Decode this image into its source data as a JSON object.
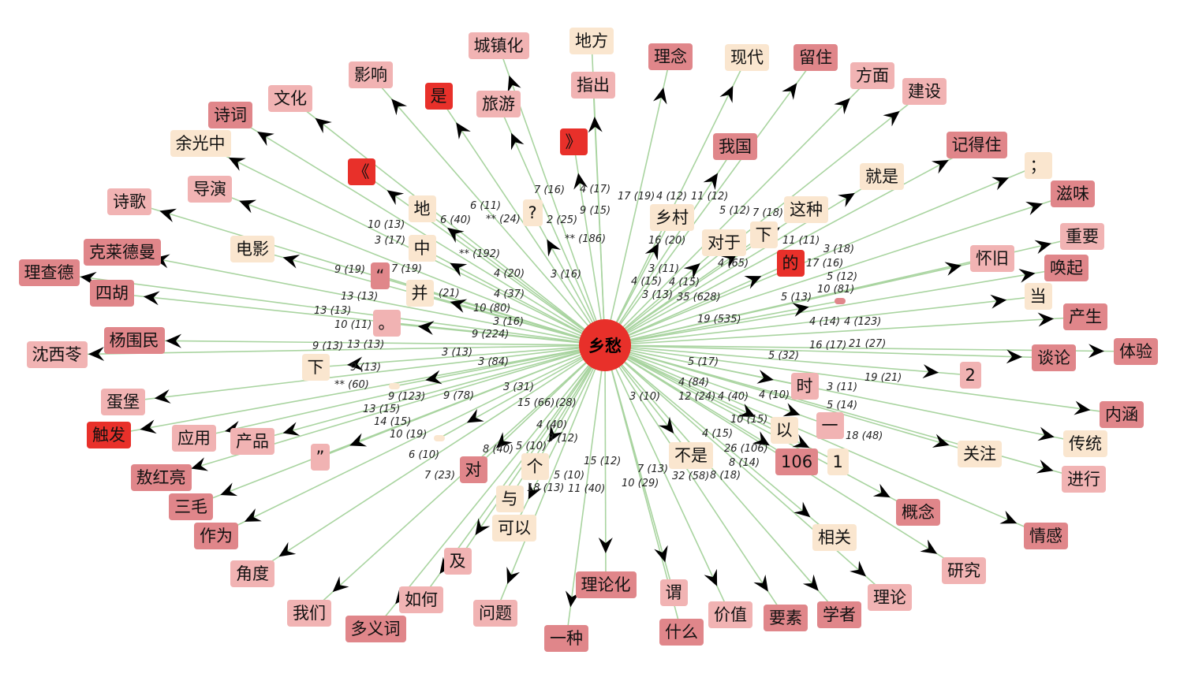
{
  "colors": {
    "red": "#e8302a",
    "darkpink": "#e0868a",
    "pink": "#f1b3b3",
    "beige": "#fae6cf",
    "edge": "#a9d4a0",
    "arrow": "#000000"
  },
  "center": {
    "label": "乡愁",
    "color": "red"
  },
  "nodes": [
    {
      "label": "地方",
      "color": "beige"
    },
    {
      "label": "城镇化",
      "color": "pink"
    },
    {
      "label": "理念",
      "color": "darkpink"
    },
    {
      "label": "现代",
      "color": "beige"
    },
    {
      "label": "留住",
      "color": "darkpink"
    },
    {
      "label": "方面",
      "color": "pink"
    },
    {
      "label": "建设",
      "color": "pink"
    },
    {
      "label": "影响",
      "color": "pink"
    },
    {
      "label": "指出",
      "color": "pink"
    },
    {
      "label": "是",
      "color": "red"
    },
    {
      "label": "旅游",
      "color": "pink"
    },
    {
      "label": "文化",
      "color": "pink"
    },
    {
      "label": "诗词",
      "color": "darkpink"
    },
    {
      "label": "》",
      "color": "red"
    },
    {
      "label": "我国",
      "color": "darkpink"
    },
    {
      "label": "记得住",
      "color": "darkpink"
    },
    {
      "label": "余光中",
      "color": "beige"
    },
    {
      "label": "《",
      "color": "red"
    },
    {
      "label": "就是",
      "color": "beige"
    },
    {
      "label": "；",
      "color": "beige"
    },
    {
      "label": "导演",
      "color": "pink"
    },
    {
      "label": "诗歌",
      "color": "pink"
    },
    {
      "label": "滋味",
      "color": "darkpink"
    },
    {
      "label": "电影",
      "color": "beige"
    },
    {
      "label": "克莱德曼",
      "color": "darkpink"
    },
    {
      "label": "重要",
      "color": "pink"
    },
    {
      "label": "怀旧",
      "color": "pink"
    },
    {
      "label": "唤起",
      "color": "darkpink"
    },
    {
      "label": "理查德",
      "color": "darkpink"
    },
    {
      "label": "四胡",
      "color": "darkpink"
    },
    {
      "label": "当",
      "color": "beige"
    },
    {
      "label": "产生",
      "color": "darkpink"
    },
    {
      "label": "杨围民",
      "color": "darkpink"
    },
    {
      "label": "沈西苓",
      "color": "pink"
    },
    {
      "label": "谈论",
      "color": "darkpink"
    },
    {
      "label": "体验",
      "color": "darkpink"
    },
    {
      "label": "2",
      "color": "pink"
    },
    {
      "label": "蛋堡",
      "color": "pink"
    },
    {
      "label": "内涵",
      "color": "darkpink"
    },
    {
      "label": "触发",
      "color": "red"
    },
    {
      "label": "应用",
      "color": "pink"
    },
    {
      "label": "产品",
      "color": "pink"
    },
    {
      "label": "传统",
      "color": "beige"
    },
    {
      "label": "关注",
      "color": "beige"
    },
    {
      "label": "敖红亮",
      "color": "darkpink"
    },
    {
      "label": "三毛",
      "color": "darkpink"
    },
    {
      "label": "进行",
      "color": "pink"
    },
    {
      "label": "概念",
      "color": "darkpink"
    },
    {
      "label": "作为",
      "color": "darkpink"
    },
    {
      "label": "情感",
      "color": "darkpink"
    },
    {
      "label": "相关",
      "color": "beige"
    },
    {
      "label": "研究",
      "color": "pink"
    },
    {
      "label": "角度",
      "color": "pink"
    },
    {
      "label": "理论化",
      "color": "darkpink"
    },
    {
      "label": "理论",
      "color": "pink"
    },
    {
      "label": "如何",
      "color": "pink"
    },
    {
      "label": "我们",
      "color": "pink"
    },
    {
      "label": "问题",
      "color": "pink"
    },
    {
      "label": "谓",
      "color": "pink"
    },
    {
      "label": "什么",
      "color": "darkpink"
    },
    {
      "label": "价值",
      "color": "pink"
    },
    {
      "label": "要素",
      "color": "darkpink"
    },
    {
      "label": "学者",
      "color": "darkpink"
    },
    {
      "label": "多义词",
      "color": "darkpink"
    },
    {
      "label": "一种",
      "color": "darkpink"
    },
    {
      "label": "地",
      "color": "beige"
    },
    {
      "label": "?",
      "color": "beige"
    },
    {
      "label": "中",
      "color": "beige"
    },
    {
      "label": "乡村",
      "color": "beige"
    },
    {
      "label": "对于",
      "color": "beige"
    },
    {
      "label": "下",
      "color": "beige"
    },
    {
      "label": "这种",
      "color": "beige"
    },
    {
      "label": "的",
      "color": "red"
    },
    {
      "label": "“",
      "color": "darkpink"
    },
    {
      "label": "并",
      "color": "beige"
    },
    {
      "label": "。",
      "color": "pink"
    },
    {
      "label": "",
      "color": "darkpink"
    },
    {
      "label": "下",
      "color": "beige"
    },
    {
      "label": "",
      "color": "beige"
    },
    {
      "label": "",
      "color": "beige"
    },
    {
      "label": "”",
      "color": "pink"
    },
    {
      "label": "对",
      "color": "darkpink"
    },
    {
      "label": "个",
      "color": "beige"
    },
    {
      "label": "与",
      "color": "beige"
    },
    {
      "label": "可以",
      "color": "beige"
    },
    {
      "label": "及",
      "color": "pink"
    },
    {
      "label": "不是",
      "color": "beige"
    },
    {
      "label": "时",
      "color": "pink"
    },
    {
      "label": "一",
      "color": "pink"
    },
    {
      "label": "以",
      "color": "beige"
    },
    {
      "label": "1",
      "color": "beige"
    },
    {
      "label": "106",
      "color": "darkpink"
    }
  ],
  "edge_labels": [
    "7 (16)",
    "4 (17)",
    "9 (15)",
    "17 (19)",
    "4 (12)",
    "11 (12)",
    "5 (12)",
    "7 (18)",
    "6 (11)",
    "** (24)",
    "2 (25)",
    "** (186)",
    "6 (40)",
    "10 (13)",
    "3 (17)",
    "** (192)",
    "7 (19)",
    "9 (19)",
    "4 (20)",
    "3 (16)",
    "13 (13)",
    "(21)",
    "4 (37)",
    "13 (13)",
    "10 (11)",
    "10 (80)",
    "3 (16)",
    "9 (224)",
    "13 (13)",
    "9 (13)",
    "3 (13)",
    "3 (84)",
    "9 (13)",
    "** (60)",
    "9 (123)",
    "9 (78)",
    "3 (31)",
    "15 (66)",
    "(28)",
    "13 (15)",
    "14 (15)",
    "4 (40)",
    "3 (12)",
    "10 (19)",
    "6 (10)",
    "5 (10)",
    "8 (40)",
    "7 (23)",
    "18 (13)",
    "5 (10)",
    "11 (40)",
    "15 (12)",
    "7 (13)",
    "10 (29)",
    "32 (58)",
    "8 (18)",
    "8 (14)",
    "3 (10)",
    "4 (15)",
    "10 (15)",
    "26 (106)",
    "18 (48)",
    "5 (14)",
    "4 (10)",
    "3 (11)",
    "19 (21)",
    "5 (17)",
    "4 (84)",
    "12 (24)",
    "4 (40)",
    "5 (32)",
    "16 (17)",
    "21 (27)",
    "4 (14)",
    "4 (123)",
    "5 (13)",
    "10 (81)",
    "5 (12)",
    "17 (16)",
    "3 (18)",
    "11 (11)",
    "4 (15)",
    "16 (20)",
    "3 (11)",
    "3 (13)",
    "4 (15)",
    "35 (628)",
    "19 (535)",
    "4 (65)"
  ]
}
